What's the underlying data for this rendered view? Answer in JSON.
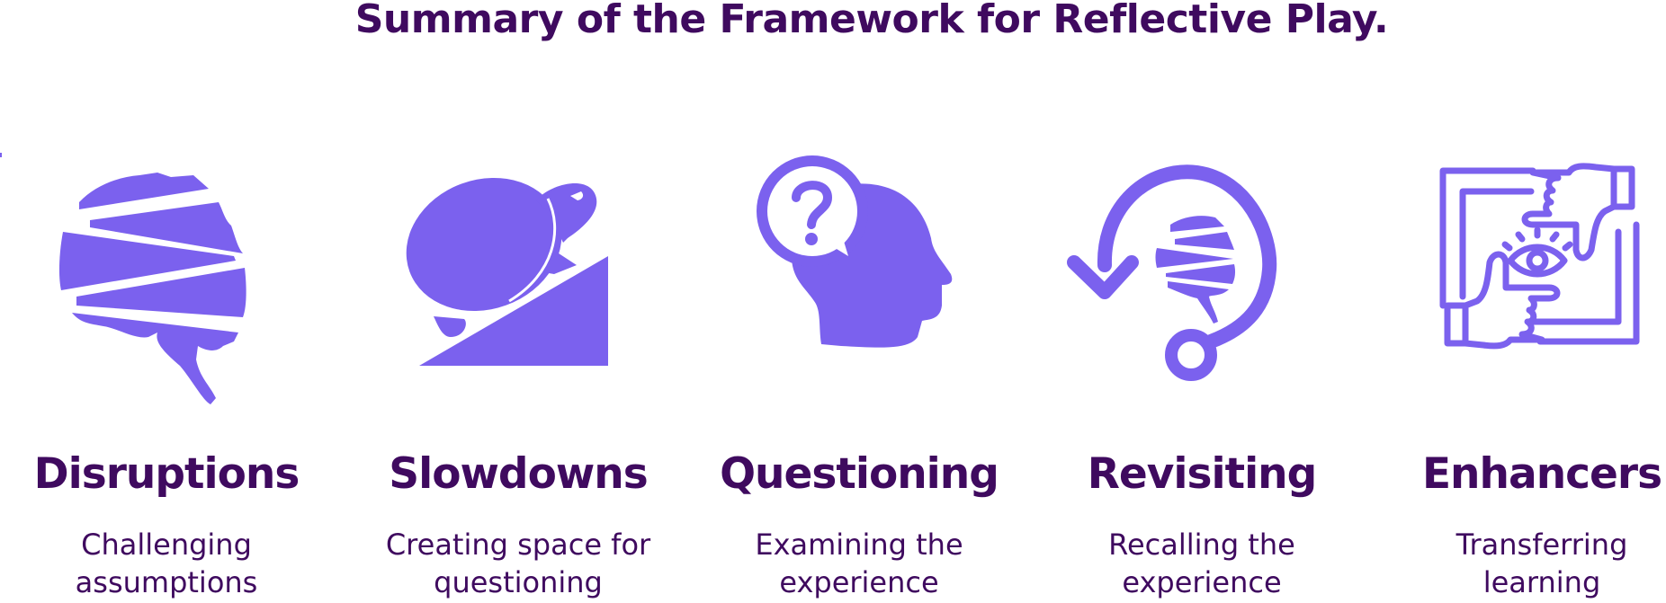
{
  "title": "Summary of the Framework for Reflective Play.",
  "colors": {
    "icon": "#7b61ee",
    "text": "#3f0a5f",
    "background": "#ffffff"
  },
  "items": [
    {
      "icon": "wrapped-brain-icon",
      "heading": "Disruptions",
      "description_lines": [
        "Challenging",
        "assumptions"
      ]
    },
    {
      "icon": "turtle-on-slope-icon",
      "heading": "Slowdowns",
      "description_lines": [
        "Creating space for",
        "questioning"
      ]
    },
    {
      "icon": "head-with-question-bubble-icon",
      "heading": "Questioning",
      "description_lines": [
        "Examining the",
        "experience"
      ]
    },
    {
      "icon": "circular-arrow-brain-icon",
      "heading": "Revisiting",
      "description_lines": [
        "Recalling the",
        "experience"
      ]
    },
    {
      "icon": "hands-framing-eye-icon",
      "heading": "Enhancers",
      "description_lines": [
        "Transferring",
        "learning"
      ]
    }
  ]
}
